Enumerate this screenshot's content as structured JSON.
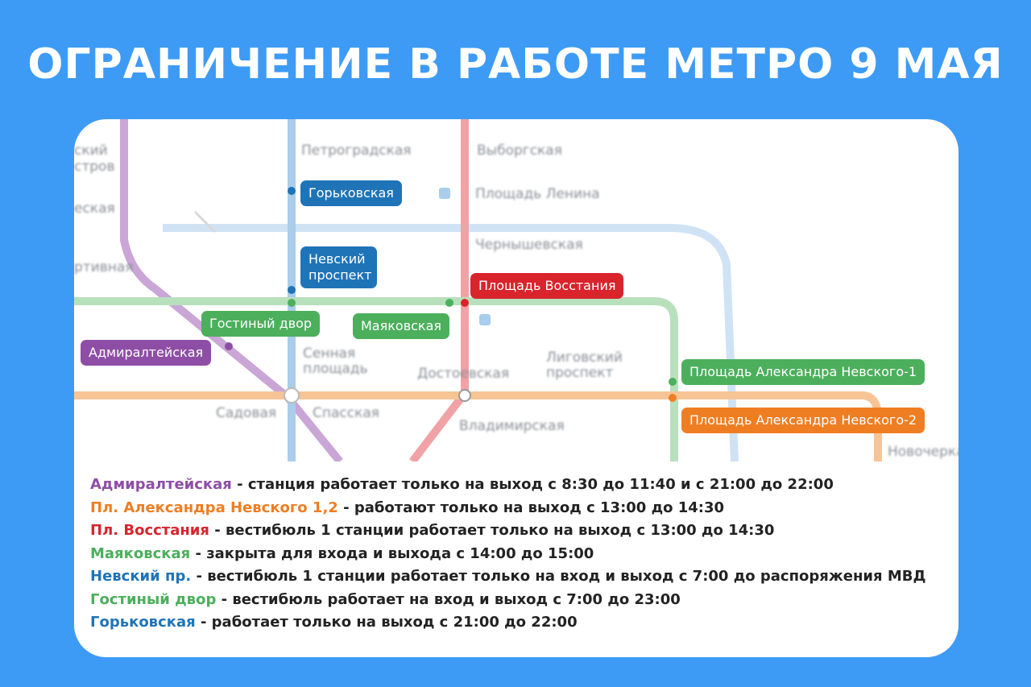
{
  "title": "ОГРАНИЧЕНИЕ В РАБОТЕ МЕТРО 9 МАЯ",
  "map": {
    "background_labels": [
      "Петроградская",
      "Выборгская",
      "Площадь Ленина",
      "Чернышевская",
      "Сенная площадь",
      "Лиговский проспект",
      "Достоевская",
      "Садовая",
      "Спасская",
      "Владимирская",
      "Новочеркасская",
      "ский",
      "стров",
      "еская",
      "ртивная"
    ],
    "tags": {
      "gorkovskaya": "Горьковская",
      "nevsky": "Невский проспект",
      "ploshchad_vosstaniya": "Площадь Восстания",
      "gostiny_dvor": "Гостиный двор",
      "mayakovskaya": "Маяковская",
      "admiralteyskaya": "Адмиралтейская",
      "pl_al_nevskogo_1": "Площадь Александра Невского-1",
      "pl_al_nevskogo_2": "Площадь Александра Невского-2"
    },
    "line_colors": {
      "blue": "#1f74b8",
      "red": "#d9242c",
      "green": "#4caf5c",
      "purple": "#8e4ea6",
      "orange": "#ef7e22"
    }
  },
  "info": [
    {
      "station": "Адмиралтейская",
      "text": " - станция работает только на выход с 8:30 до 11:40 и с 21:00 до 22:00",
      "color": "purple"
    },
    {
      "station": "Пл. Александра Невского 1,2",
      "text": " - работают только на выход с 13:00 до 14:30",
      "color": "orange"
    },
    {
      "station": "Пл. Восстания",
      "text": " - вестибюль 1 станции работает только на выход с 13:00 до 14:30",
      "color": "red"
    },
    {
      "station": "Маяковская",
      "text": " - закрыта для входа и выхода с 14:00 до 15:00",
      "color": "green"
    },
    {
      "station": "Невский пр.",
      "text": " - вестибюль 1 станции работает только на вход и выход с 7:00 до распоряжения МВД",
      "color": "blue"
    },
    {
      "station": "Гостиный двор",
      "text": " - вестибюль работает на вход и выход с 7:00 до 23:00",
      "color": "green"
    },
    {
      "station": "Горьковская",
      "text": " - работает только на выход с 21:00 до 22:00",
      "color": "blue"
    }
  ]
}
